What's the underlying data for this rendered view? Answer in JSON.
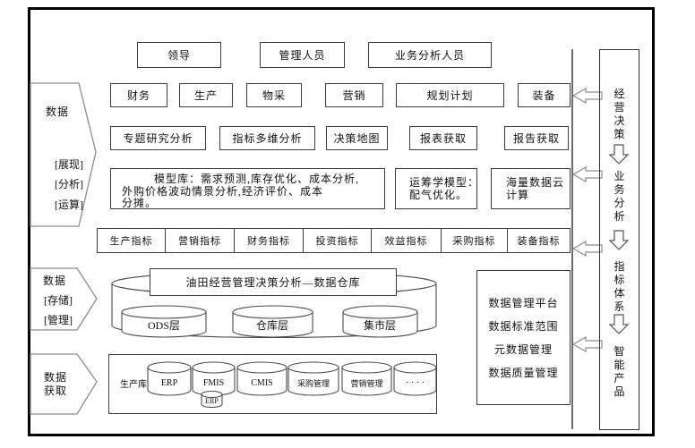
{
  "users": [
    "领导",
    "管理人员",
    "业务分析人员"
  ],
  "departments": [
    "财务",
    "生产",
    "物采",
    "营销",
    "规划计划",
    "装备"
  ],
  "apps": [
    "专题研究分析",
    "指标多维分析",
    "决策地图",
    "报表获取",
    "报告获取"
  ],
  "models": {
    "library_lines": [
      "模型库：需求预测,库存优化、成本分析,",
      "外购价格波动情景分析,经济评价、成本",
      "分摊。"
    ],
    "operations_lines": [
      "运筹学模型：",
      "配气优化。"
    ],
    "cloud_lines": [
      "海量数据云",
      "计算"
    ]
  },
  "indicators": [
    "生产指标",
    "营销指标",
    "财务指标",
    "投资指标",
    "效益指标",
    "采购指标",
    "装备指标"
  ],
  "warehouse": {
    "title": "油田经营管理决策分析—数据仓库",
    "layers": [
      "ODS层",
      "仓库层",
      "集市层"
    ]
  },
  "governance": [
    "数据管理平台",
    "数据标准范围",
    "元数据管理",
    "数据质量管理"
  ],
  "sources": {
    "production_db": "生产库",
    "systems": [
      "ERP",
      "FMIS",
      "CMIS",
      "采购管理",
      "营销管理",
      "· · · ·"
    ],
    "sub_system": "ERP"
  },
  "stages": {
    "present": {
      "title": "数据",
      "items": [
        "[展现]",
        "[分析]",
        "[运算]"
      ]
    },
    "storage": {
      "title": "数据",
      "items": [
        "[存储]",
        "[管理]"
      ]
    },
    "acquire": {
      "lines": [
        "数据",
        "获取"
      ]
    }
  },
  "flow": [
    "经营决策",
    "业务分析",
    "指标体系",
    "智能产品"
  ],
  "colors": {
    "line": "#3d3d3d",
    "soft_line": "#8c8c8c",
    "border": "#000000",
    "bg": "#ffffff"
  }
}
